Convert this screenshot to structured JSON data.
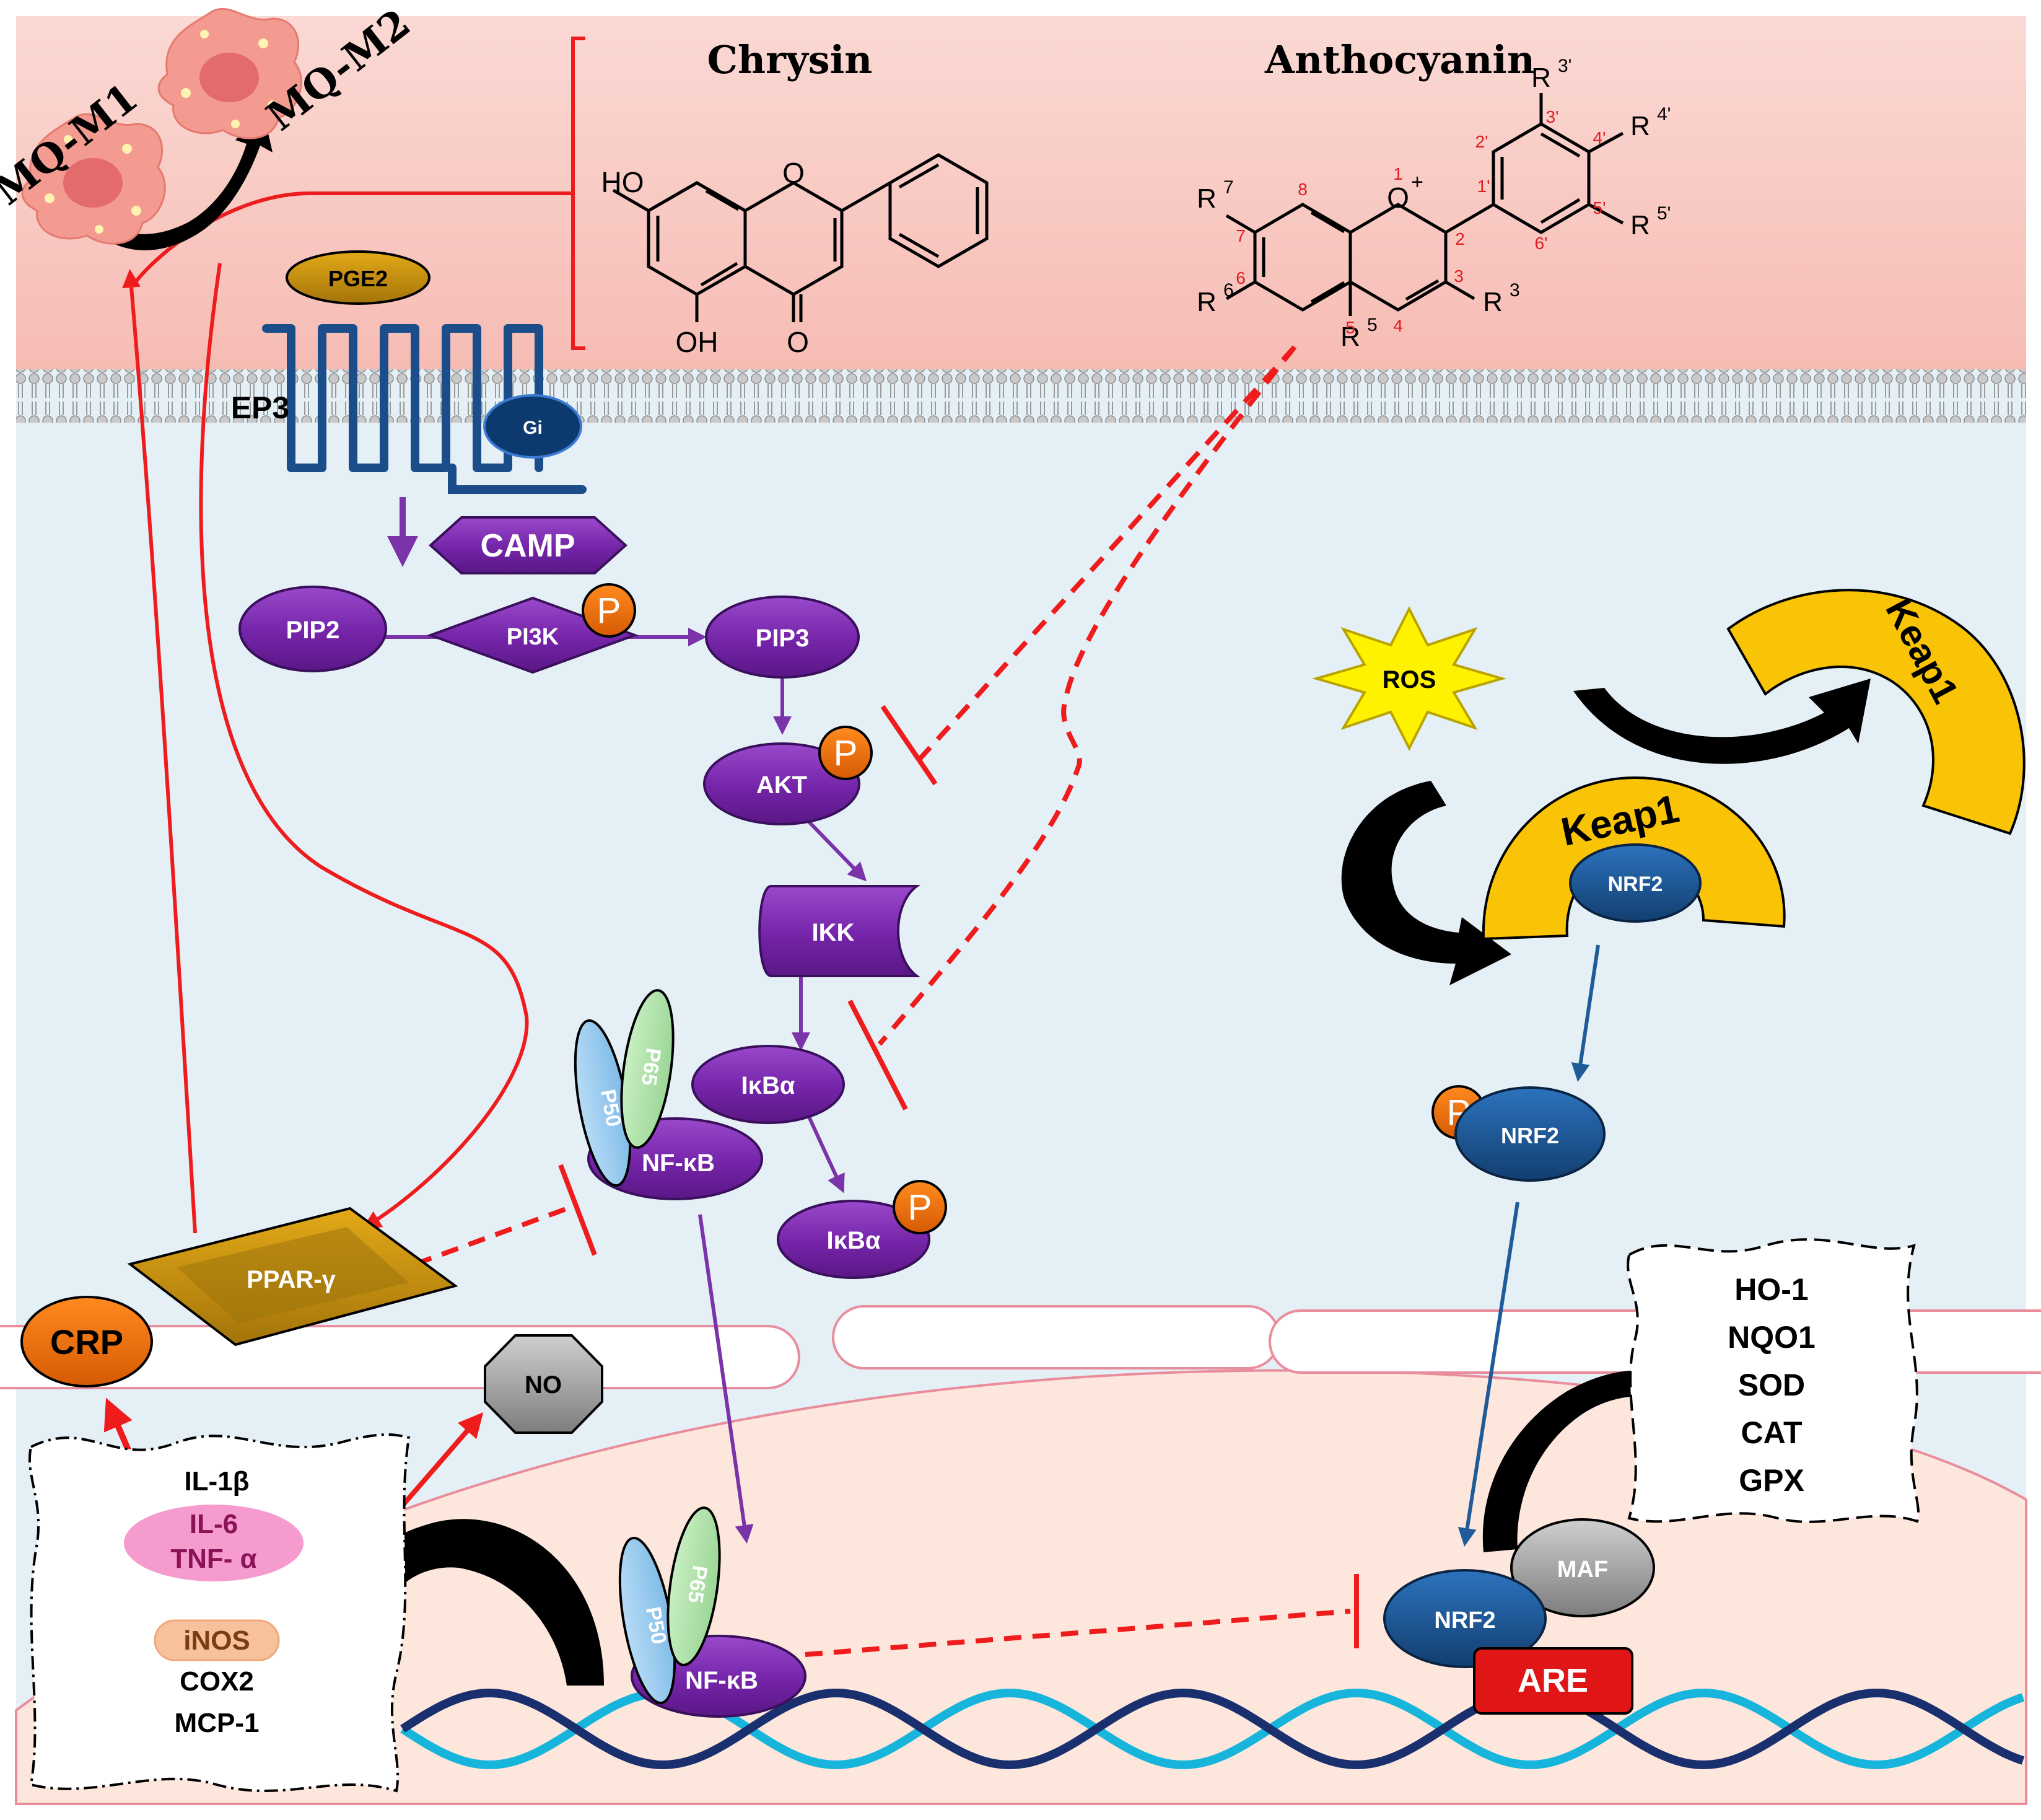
{
  "macrophage": {
    "m1": "MQ-M1",
    "m2": "MQ-M2"
  },
  "compounds": {
    "chrysin": {
      "name": "Chrysin",
      "ho_top": "HO",
      "oh_bottom": "OH",
      "o_carbonyl": "O",
      "o_ring": "O"
    },
    "anthocyanin": {
      "name": "Anthocyanin",
      "o_ring": "O",
      "plus": "+",
      "groups": {
        "r7": "R",
        "r7s": "7",
        "r6": "R",
        "r6s": "6",
        "r5": "R",
        "r5s": "5",
        "r3": "R",
        "r3s": "3",
        "r3p": "R",
        "r3ps": "3'",
        "r4p": "R",
        "r4ps": "4'",
        "r5p": "R",
        "r5ps": "5'"
      },
      "numbers": [
        "1",
        "2",
        "3",
        "4",
        "5",
        "6",
        "7",
        "8",
        "1'",
        "2'",
        "3'",
        "4'",
        "5'",
        "6'"
      ]
    }
  },
  "membrane": {
    "receptor": "EP3",
    "ligand": "PGE2",
    "g_protein": "Gi"
  },
  "pathway": {
    "camp": "CAMP",
    "pip2": "PIP2",
    "pi3k": "PI3K",
    "pip3": "PIP3",
    "akt": "AKT",
    "ikk": "IKK",
    "ikba": "IκBα",
    "ikba_p": "IκBα",
    "p50": "P50",
    "p65": "P65",
    "nfkb": "NF-κB",
    "ppar": "PPAR-γ",
    "phospho": "P"
  },
  "nrf2_pathway": {
    "ros": "ROS",
    "keap1": "Keap1",
    "keap1_released": "Keap1",
    "nrf2": "NRF2",
    "maf": "MAF",
    "are": "ARE"
  },
  "inflammation": {
    "crp": "CRP",
    "no": "NO",
    "cytokines": [
      "IL-1β",
      "IL-6",
      "TNF- α",
      "iNOS",
      "COX2",
      "MCP-1"
    ]
  },
  "antioxidant_genes": [
    "HO-1",
    "NQO1",
    "SOD",
    "CAT",
    "GPX"
  ],
  "colors": {
    "extracellular": "#f9cdc7",
    "cytoplasm": "#e5f0f6",
    "nucleus": "#fde7dc",
    "purple": "#7d2ab1",
    "purple_arrow": "#7a33a8",
    "red": "#ee1c1c",
    "blue": "#1f5b99",
    "keap1": "#f9c406",
    "ppar": "#8f6a10",
    "crp": "#f06a06",
    "pink": "#f59bce",
    "inos": "#f8c19d"
  }
}
